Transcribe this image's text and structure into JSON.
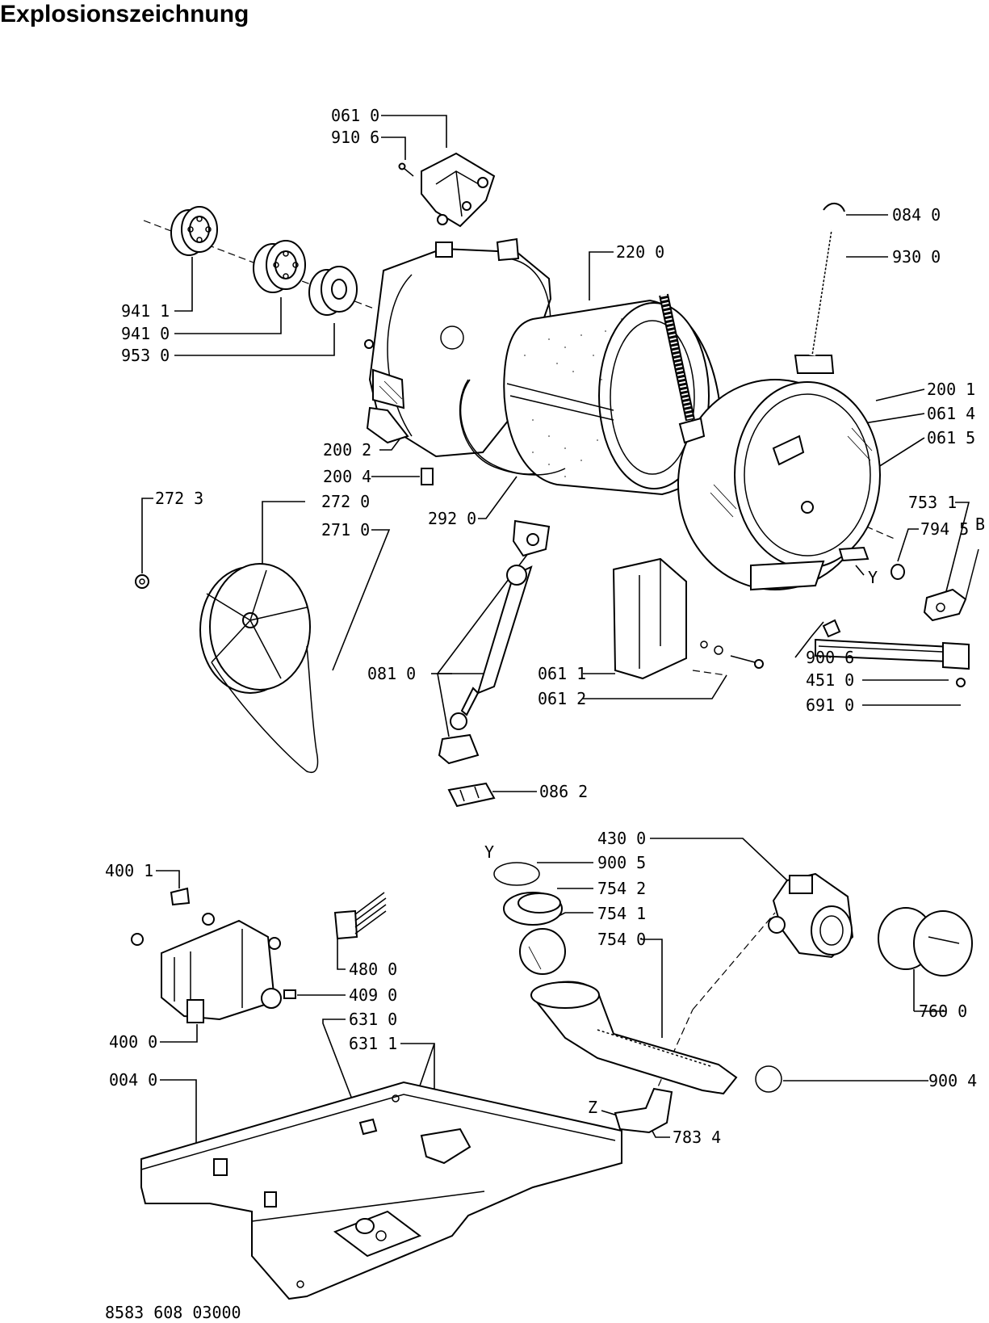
{
  "page": {
    "title": "Explosionszeichnung",
    "footer_code": "8583 608 03000"
  },
  "labels": [
    {
      "id": "l0610",
      "text": "061 0"
    },
    {
      "id": "l9106",
      "text": "910 6"
    },
    {
      "id": "l0840",
      "text": "084 0"
    },
    {
      "id": "l9300",
      "text": "930 0"
    },
    {
      "id": "l2200",
      "text": "220 0"
    },
    {
      "id": "l9411",
      "text": "941 1"
    },
    {
      "id": "l9410",
      "text": "941 0"
    },
    {
      "id": "l9530",
      "text": "953 0"
    },
    {
      "id": "l2001",
      "text": "200 1"
    },
    {
      "id": "l0614",
      "text": "061 4"
    },
    {
      "id": "l0615",
      "text": "061 5"
    },
    {
      "id": "l2002",
      "text": "200 2"
    },
    {
      "id": "l2004",
      "text": "200 4"
    },
    {
      "id": "l2723",
      "text": "272 3"
    },
    {
      "id": "l2720",
      "text": "272 0"
    },
    {
      "id": "l2710",
      "text": "271 0"
    },
    {
      "id": "l2920",
      "text": "292 0"
    },
    {
      "id": "l7531",
      "text": "753 1"
    },
    {
      "id": "l7945",
      "text": "794 5"
    },
    {
      "id": "lB",
      "text": "B"
    },
    {
      "id": "lY1",
      "text": "Y"
    },
    {
      "id": "l0810",
      "text": "081 0"
    },
    {
      "id": "l0611",
      "text": "061 1"
    },
    {
      "id": "l0612",
      "text": "061 2"
    },
    {
      "id": "l9006",
      "text": "900 6"
    },
    {
      "id": "l4510",
      "text": "451 0"
    },
    {
      "id": "l6910",
      "text": "691 0"
    },
    {
      "id": "l0862",
      "text": "086 2"
    },
    {
      "id": "l4300",
      "text": "430 0"
    },
    {
      "id": "lY2",
      "text": "Y"
    },
    {
      "id": "l9005",
      "text": "900 5"
    },
    {
      "id": "l7542",
      "text": "754 2"
    },
    {
      "id": "l7541",
      "text": "754 1"
    },
    {
      "id": "l7540",
      "text": "754 0"
    },
    {
      "id": "l4001",
      "text": "400 1"
    },
    {
      "id": "l4800",
      "text": "480 0"
    },
    {
      "id": "l4090",
      "text": "409 0"
    },
    {
      "id": "l6310",
      "text": "631 0"
    },
    {
      "id": "l6311",
      "text": "631 1"
    },
    {
      "id": "l4000",
      "text": "400 0"
    },
    {
      "id": "l0040",
      "text": "004 0"
    },
    {
      "id": "l7600",
      "text": "760 0"
    },
    {
      "id": "l9004",
      "text": "900 4"
    },
    {
      "id": "lZ",
      "text": "Z"
    },
    {
      "id": "l7834",
      "text": "783 4"
    }
  ]
}
